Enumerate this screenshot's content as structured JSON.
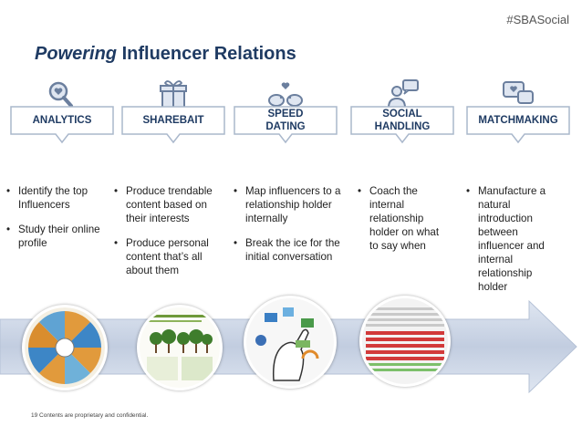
{
  "hashtag": "#SBASocial",
  "title": {
    "italic": "Powering",
    "rest": " Influencer Relations"
  },
  "columns": [
    {
      "label": "ANALYTICS",
      "icon": "magnifier-heart-icon",
      "bullets": [
        "Identify the top Influencers",
        "Study their online profile"
      ]
    },
    {
      "label": "SHAREBAIT",
      "icon": "gift-icon",
      "bullets": [
        "Produce trendable content based on their interests",
        "Produce personal content that’s all about them"
      ]
    },
    {
      "label": "SPEED DATING",
      "icon": "birds-heart-icon",
      "bullets": [
        "Map influencers to a relationship holder internally",
        "Break the ice for the initial conversation"
      ]
    },
    {
      "label": "SOCIAL HANDLING",
      "icon": "person-speech-icon",
      "bullets": [
        "Coach the internal relationship holder on what to say when"
      ]
    },
    {
      "label": "MATCHMAKING",
      "icon": "speech-bubbles-icon",
      "bullets": [
        "Manufacture a natural introduction between influencer and internal relationship holder"
      ]
    }
  ],
  "footer": "19   Contents are proprietary and confidential.",
  "colors": {
    "title": "#1f3b63",
    "arrow": "#c9d3e3",
    "tab_border": "#aab8cc"
  }
}
